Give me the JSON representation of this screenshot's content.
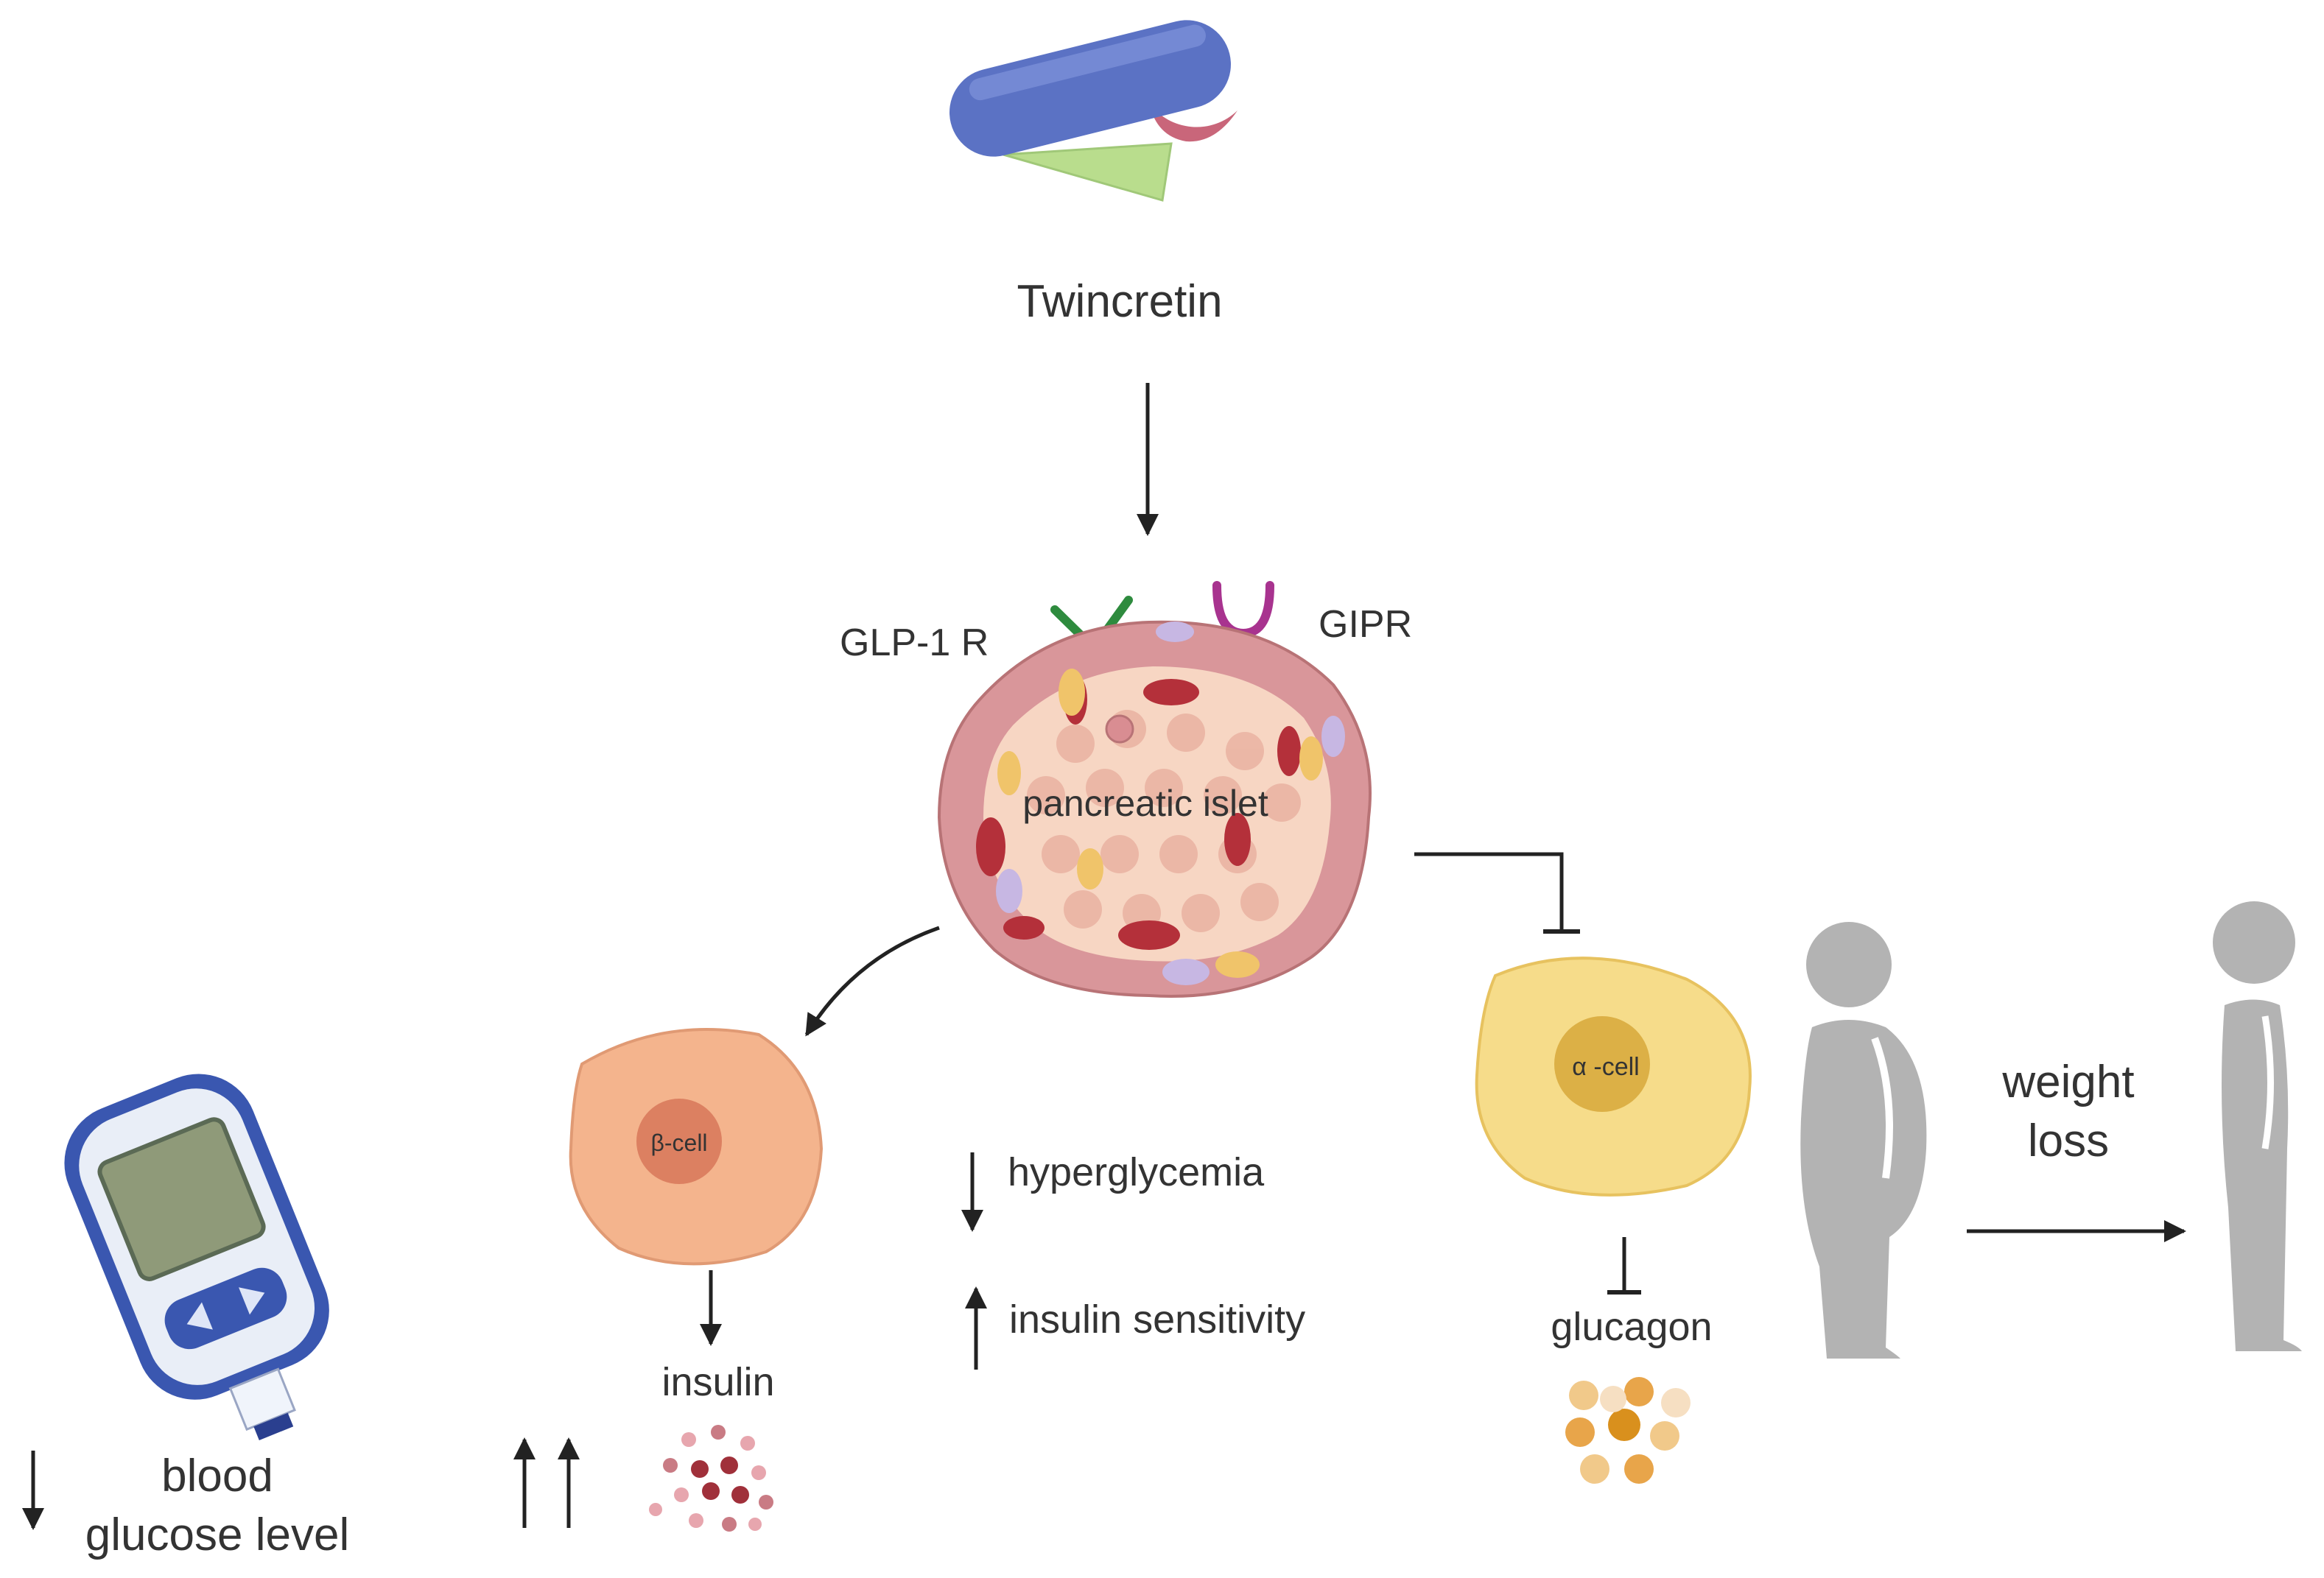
{
  "labels": {
    "drug": "Twincretin",
    "glp1r": "GLP-1 R",
    "gipr": "GIPR",
    "islet": "pancreatic islet",
    "beta_cell": "β-cell",
    "alpha_cell": "α -cell",
    "hyperglycemia": "hyperglycemia",
    "insulin_sensitivity": "insulin sensitivity",
    "insulin": "insulin",
    "glucagon": "glucagon",
    "blood_line1": "blood",
    "blood_line2": "glucose level",
    "weight_line1": "weight",
    "weight_line2": "loss"
  },
  "colors": {
    "drug_body": "#5b72c4",
    "drug_triangle": "#b9dd8d",
    "drug_halfcircle": "#c9667a",
    "glp1r": "#2e8b3e",
    "gipr": "#a8338f",
    "islet_edge": "#c98a8a",
    "islet_core": "#f7d6c3",
    "beta_cell": "#f4b48d",
    "alpha_cell": "#f6dc8a",
    "insulin_granule": "#c97b84",
    "glucagon_granule": "#e8a54a",
    "human": "#b3b3b3",
    "arrow": "#222222"
  }
}
